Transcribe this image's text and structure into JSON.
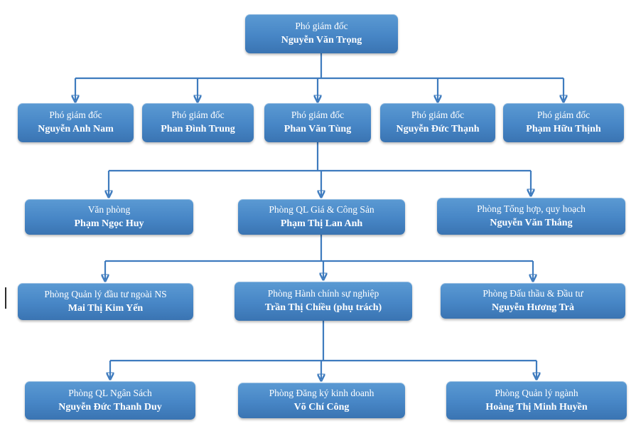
{
  "diagram_type": "org-chart",
  "colors": {
    "node_fill_top": "#5B9AD3",
    "node_fill_bottom": "#3A74B2",
    "connector": "#3E7BBE",
    "text": "#FFFFFF",
    "background": "#FFFFFF"
  },
  "nodes": [
    {
      "role": "Phó giám đốc",
      "name": "Nguyễn Văn Trọng"
    },
    {
      "role": "Phó giám đốc",
      "name": "Nguyễn Anh Nam"
    },
    {
      "role": "Phó giám đốc",
      "name": "Phan Đình Trung"
    },
    {
      "role": "Phó giám đốc",
      "name": "Phan Văn Tùng"
    },
    {
      "role": "Phó giám đốc",
      "name": "Nguyễn Đức Thạnh"
    },
    {
      "role": "Phó giám đốc",
      "name": "Phạm Hữu Thịnh"
    },
    {
      "role": "Văn phòng",
      "name": "Phạm Ngọc Huy"
    },
    {
      "role": "Phòng QL Giá & Công Sản",
      "name": "Phạm Thị Lan Anh"
    },
    {
      "role": "Phòng Tổng hợp, quy hoạch",
      "name": "Nguyễn Văn Thắng"
    },
    {
      "role": "Phòng Quản lý đầu tư ngoài NS",
      "name": "Mai Thị Kim Yến"
    },
    {
      "role": "Phòng Hành chính sự nghiệp",
      "name": "Trần Thị Chiều (phụ trách)"
    },
    {
      "role": "Phòng Đấu thầu & Đầu tư",
      "name": "Nguyễn Hương Trà"
    },
    {
      "role": "Phòng QL Ngân Sách",
      "name": "Nguyễn Đức Thanh Duy"
    },
    {
      "role": "Phòng Đăng ký kinh doanh",
      "name": "Võ Chí Công"
    },
    {
      "role": "Phòng Quản lý ngành",
      "name": "Hoàng Thị Minh Huyền"
    }
  ]
}
